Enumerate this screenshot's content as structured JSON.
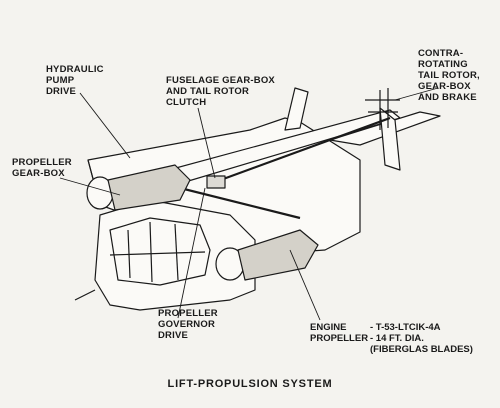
{
  "labels": {
    "hydraulic": [
      "HYDRAULIC",
      "PUMP",
      "DRIVE"
    ],
    "fuselage_gearbox": [
      "FUSELAGE GEAR-BOX",
      "AND TAIL ROTOR",
      "CLUTCH"
    ],
    "tail_rotor": [
      "CONTRA-",
      "ROTATING",
      "TAIL ROTOR,",
      "GEAR-BOX",
      "AND BRAKE"
    ],
    "propeller_gearbox": [
      "PROPELLER",
      "GEAR-BOX"
    ],
    "governor": [
      "PROPELLER",
      "GOVERNOR",
      "DRIVE"
    ]
  },
  "specs": {
    "names": [
      "ENGINE",
      "PROPELLER"
    ],
    "values": [
      "- T-53-LTCIK-4A",
      "- 14 FT. DIA.",
      "(FIBERGLAS BLADES)"
    ]
  },
  "caption": "LIFT-PROPULSION SYSTEM",
  "colors": {
    "ink": "#1a1a1a",
    "paper": "#f4f3ef"
  }
}
